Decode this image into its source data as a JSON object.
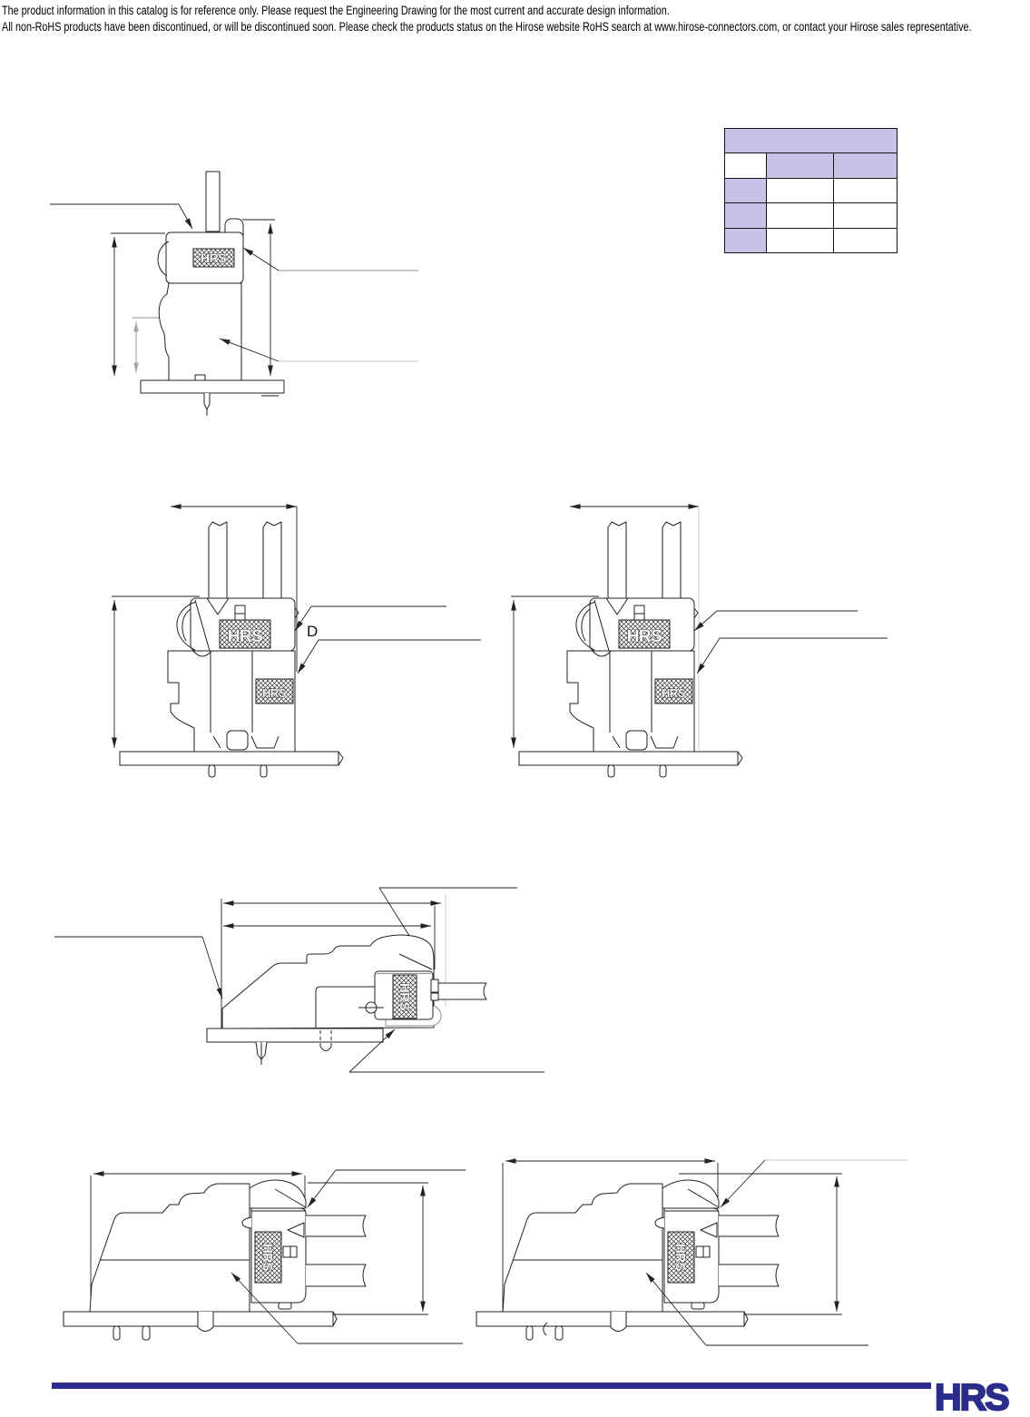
{
  "disclaimer": {
    "line1": "The product  information in this catalog is for reference only. Please request the  Engineering Drawing for the most current and accurate design  information.",
    "line2": "All non-RoHS products  have been discontinued, or will be discontinued soon. Please check the  products status on the Hirose website RoHS search at www.hirose-connectors.com, or contact your  Hirose sales representative."
  },
  "colors": {
    "accent_purple": "#c9c2e6",
    "footer_bar_blue": "#2d2d8e",
    "logo_blue": "#2b2d8a",
    "drawing_line": "#222222",
    "drawing_gray": "#8f8f8f",
    "drawing_light_gray": "#d8d8d8"
  },
  "spec_table": {
    "title": "",
    "corner": "",
    "col_headers": [
      "",
      ""
    ],
    "rows": [
      {
        "label": "",
        "values": [
          "",
          ""
        ]
      },
      {
        "label": "",
        "values": [
          "",
          ""
        ]
      },
      {
        "label": "",
        "values": [
          "",
          ""
        ]
      }
    ]
  },
  "drawings": {
    "hrs_mold_mark": "HRS",
    "section_label_d": "D"
  },
  "footer": {
    "logo_text": "HRS"
  }
}
